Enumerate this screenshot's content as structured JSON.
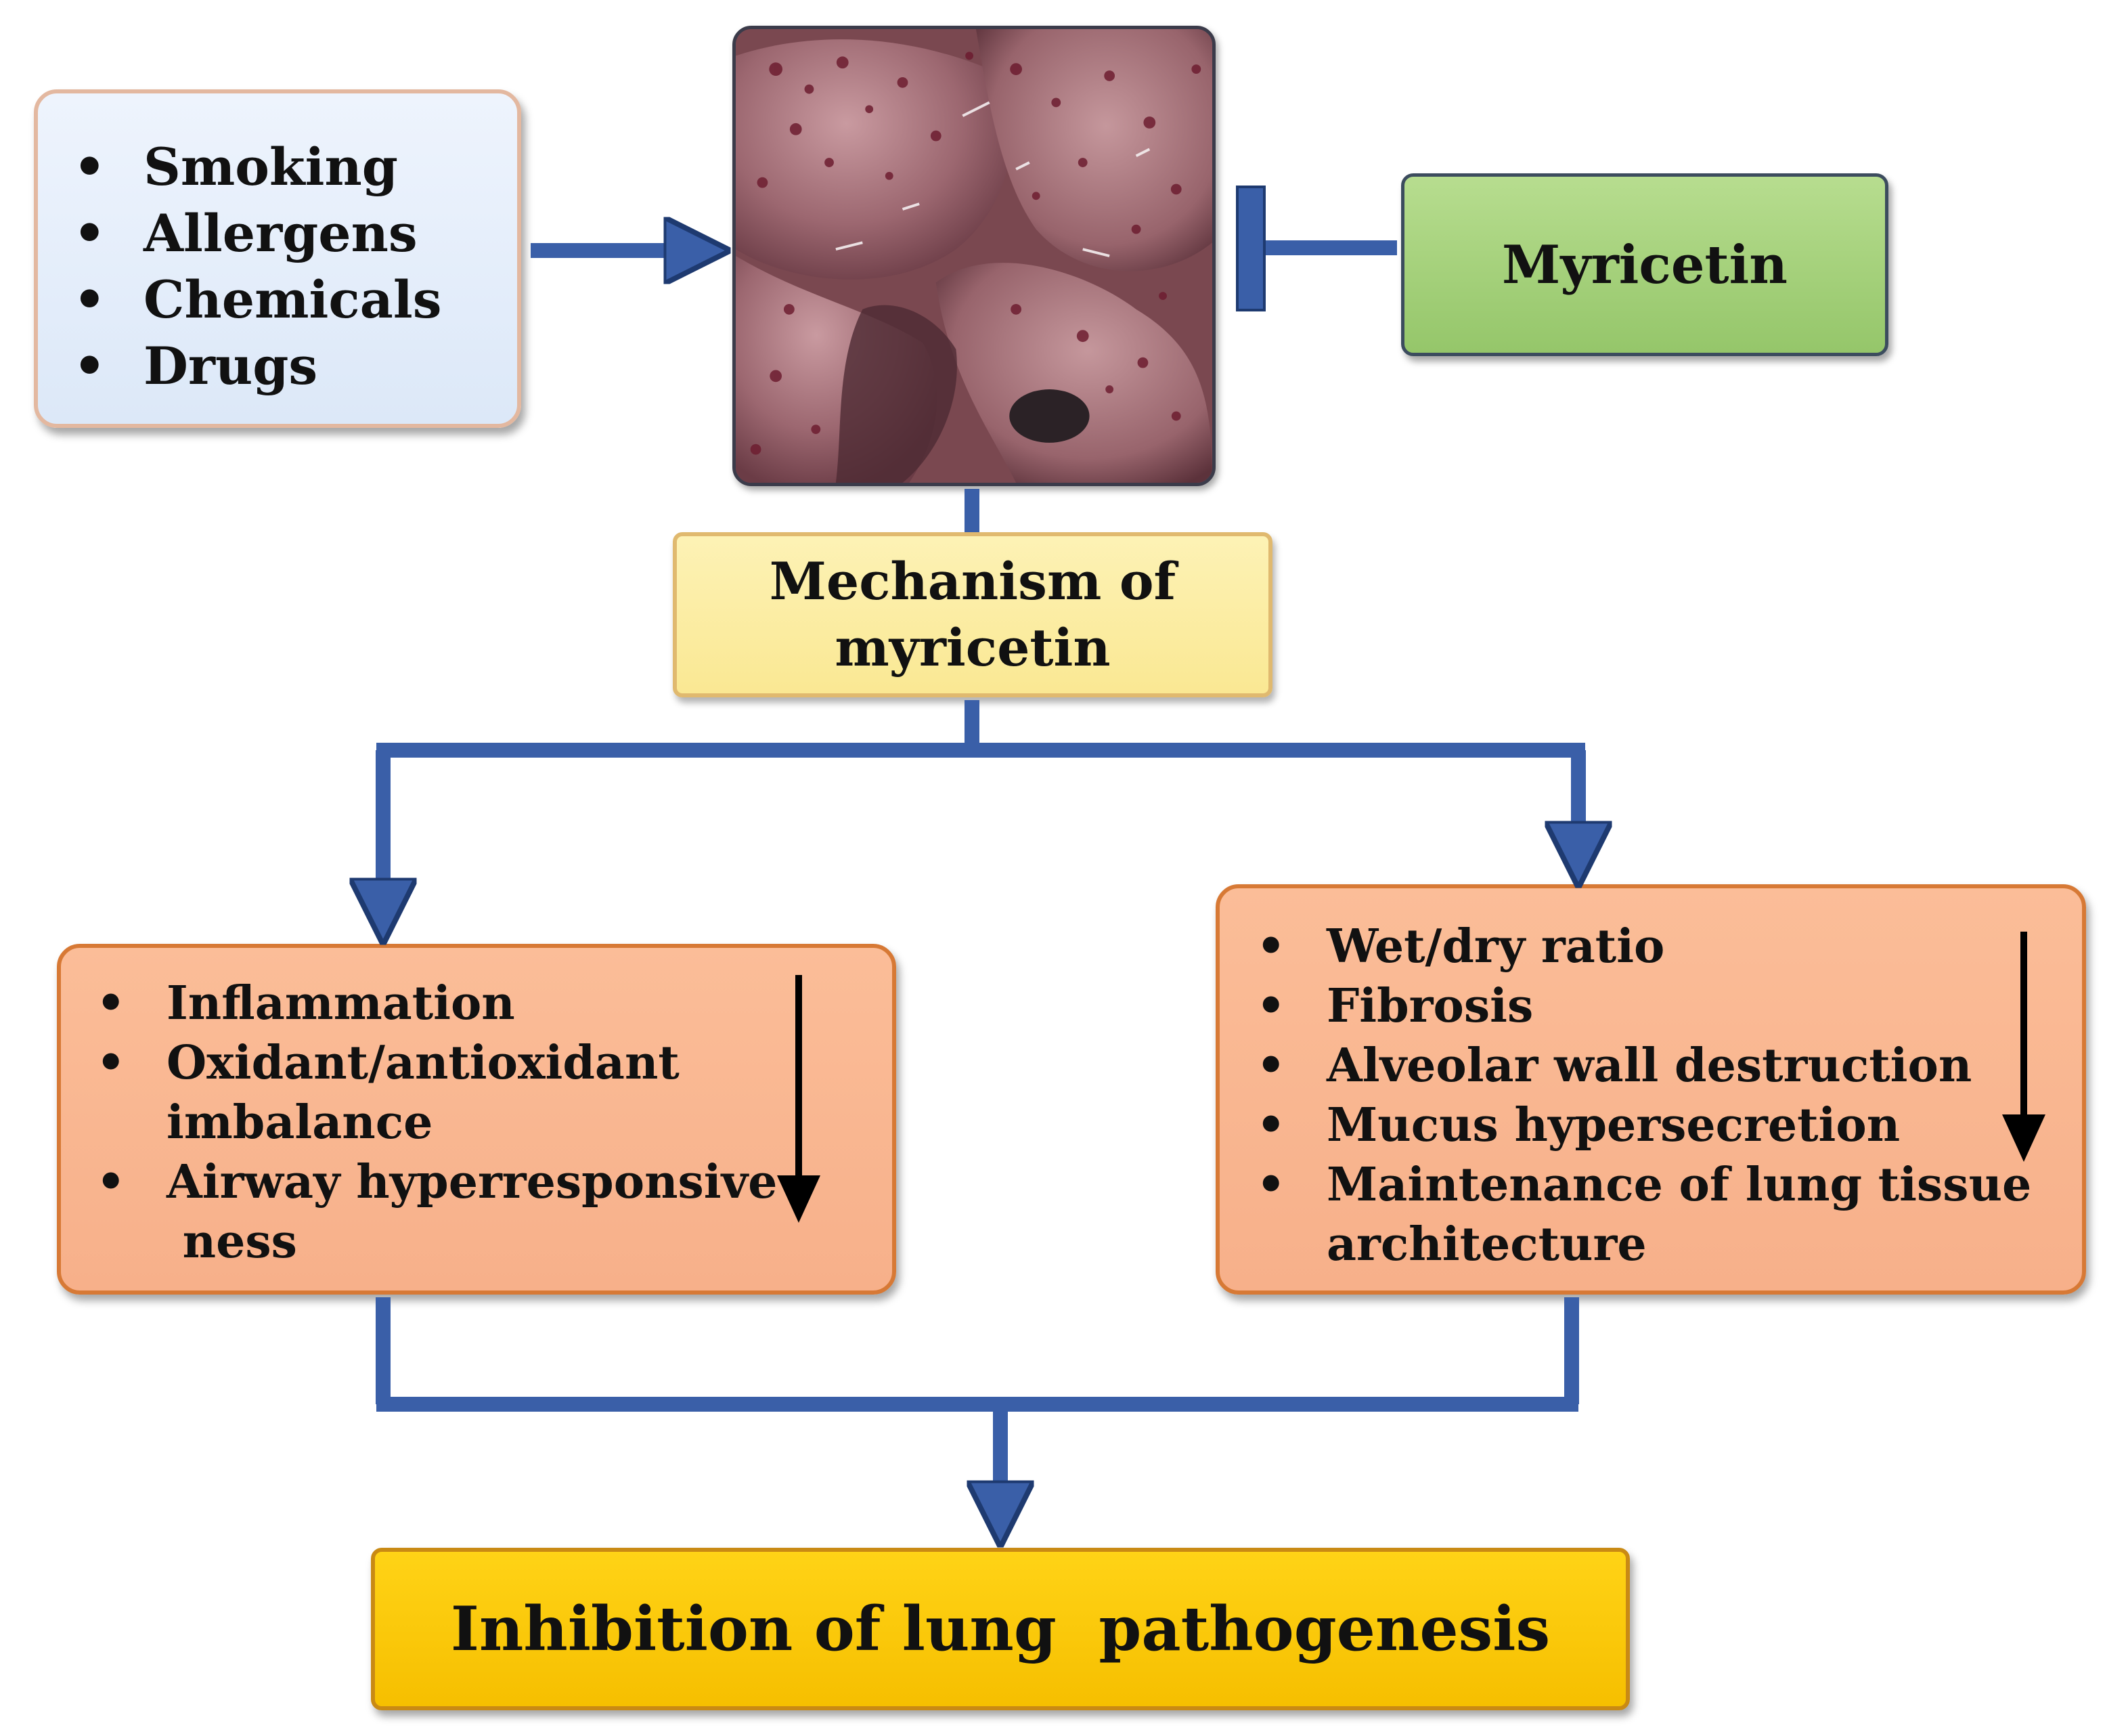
{
  "risk_factors": {
    "items": [
      "Smoking",
      "Allergens",
      "Chemicals",
      "Drugs"
    ]
  },
  "inhibitor": {
    "label": "Myricetin"
  },
  "mechanism": {
    "line1": "Mechanism of",
    "line2": "myricetin"
  },
  "left_effects": {
    "items": [
      {
        "line1": "Inflammation",
        "line2": ""
      },
      {
        "line1": "Oxidant/antioxidant",
        "line2": "imbalance"
      },
      {
        "line1": "Airway hyperresponsive -",
        "line2": " ness"
      }
    ],
    "trend": "down-arrow-icon"
  },
  "right_effects": {
    "items": [
      {
        "line1": "Wet/dry ratio",
        "line2": ""
      },
      {
        "line1": "Fibrosis",
        "line2": ""
      },
      {
        "line1": "Alveolar wall destruction",
        "line2": ""
      },
      {
        "line1": "Mucus hypersecretion",
        "line2": ""
      },
      {
        "line1": "Maintenance of lung tissue",
        "line2": "architecture"
      }
    ],
    "trend": "down-arrow-icon"
  },
  "outcome": {
    "label": "Inhibition of lung  pathogenesis"
  },
  "colors": {
    "connector": "#3a5fa8",
    "connector_outline": "#1e3a70",
    "risk_fill": "#e5eefa",
    "myricetin_fill": "#a8d37d",
    "mechanism_fill": "#fcee9f",
    "effects_fill": "#f9b790",
    "outcome_fill": "#fcc908"
  }
}
